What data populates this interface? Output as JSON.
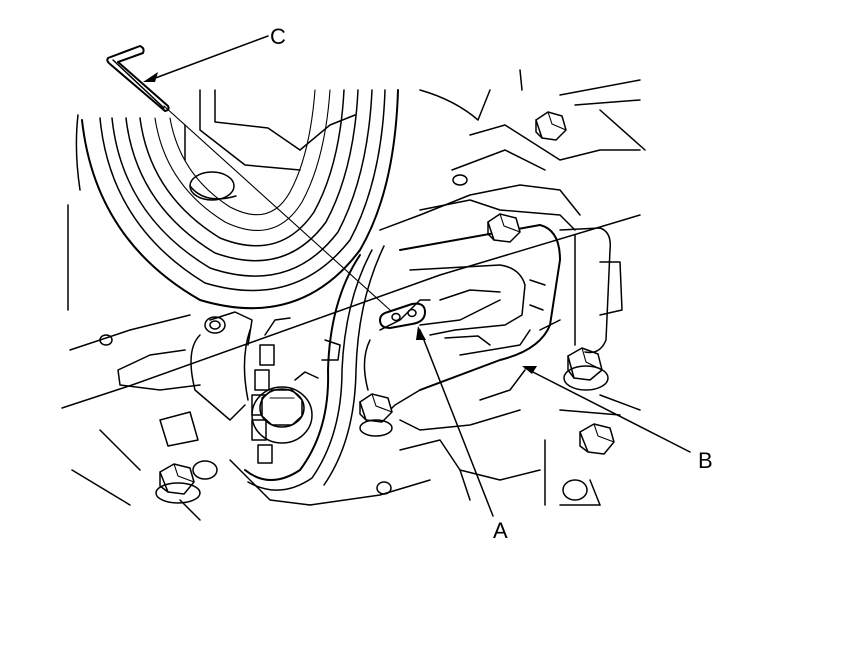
{
  "diagram": {
    "callouts": [
      {
        "id": "a",
        "label": "A"
      },
      {
        "id": "b",
        "label": "B"
      },
      {
        "id": "c",
        "label": "C"
      }
    ]
  }
}
